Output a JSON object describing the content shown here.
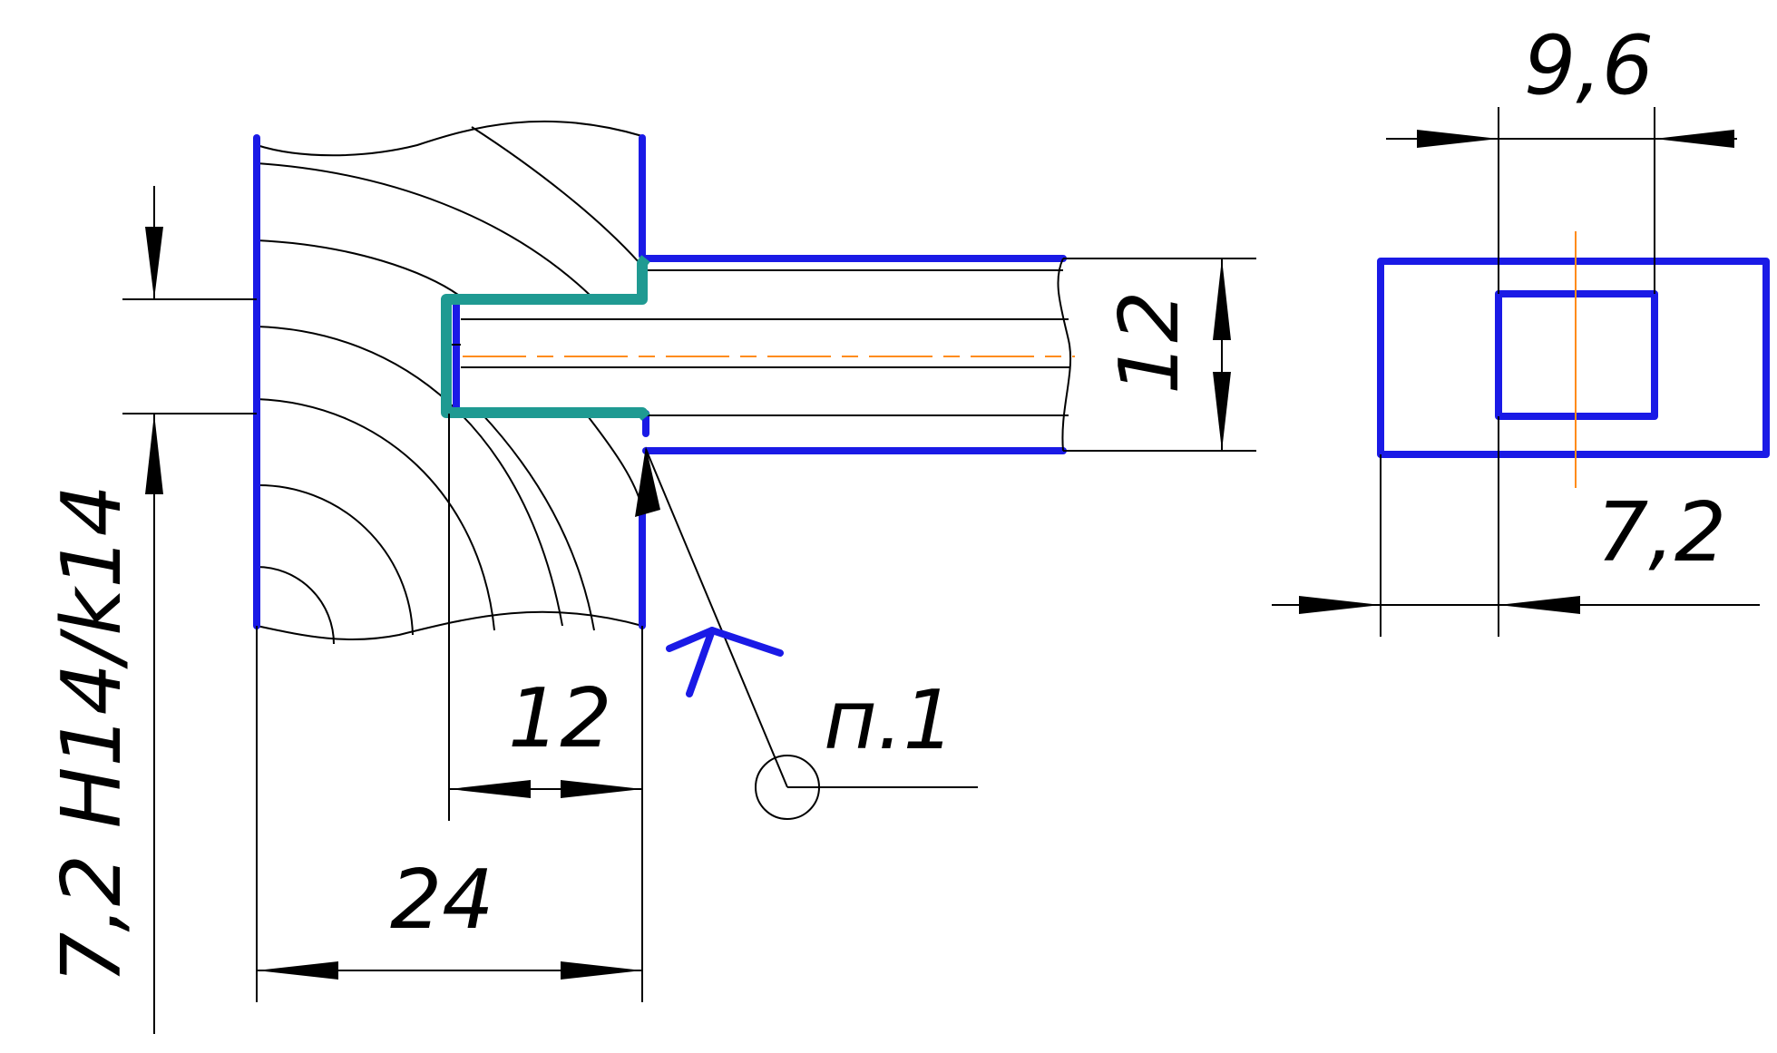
{
  "colors": {
    "contour": "#1a1ae6",
    "glue": "#1f9a92",
    "axis": "#ff8c1a",
    "line": "#000000"
  },
  "dimensions": {
    "fit": "7,2 H14/k14",
    "depth_tenon": "12",
    "depth_total": "24",
    "height_tenon": "12",
    "width_top": "9,6",
    "width_bottom": "7,2"
  },
  "callout": {
    "label": "п.1"
  }
}
